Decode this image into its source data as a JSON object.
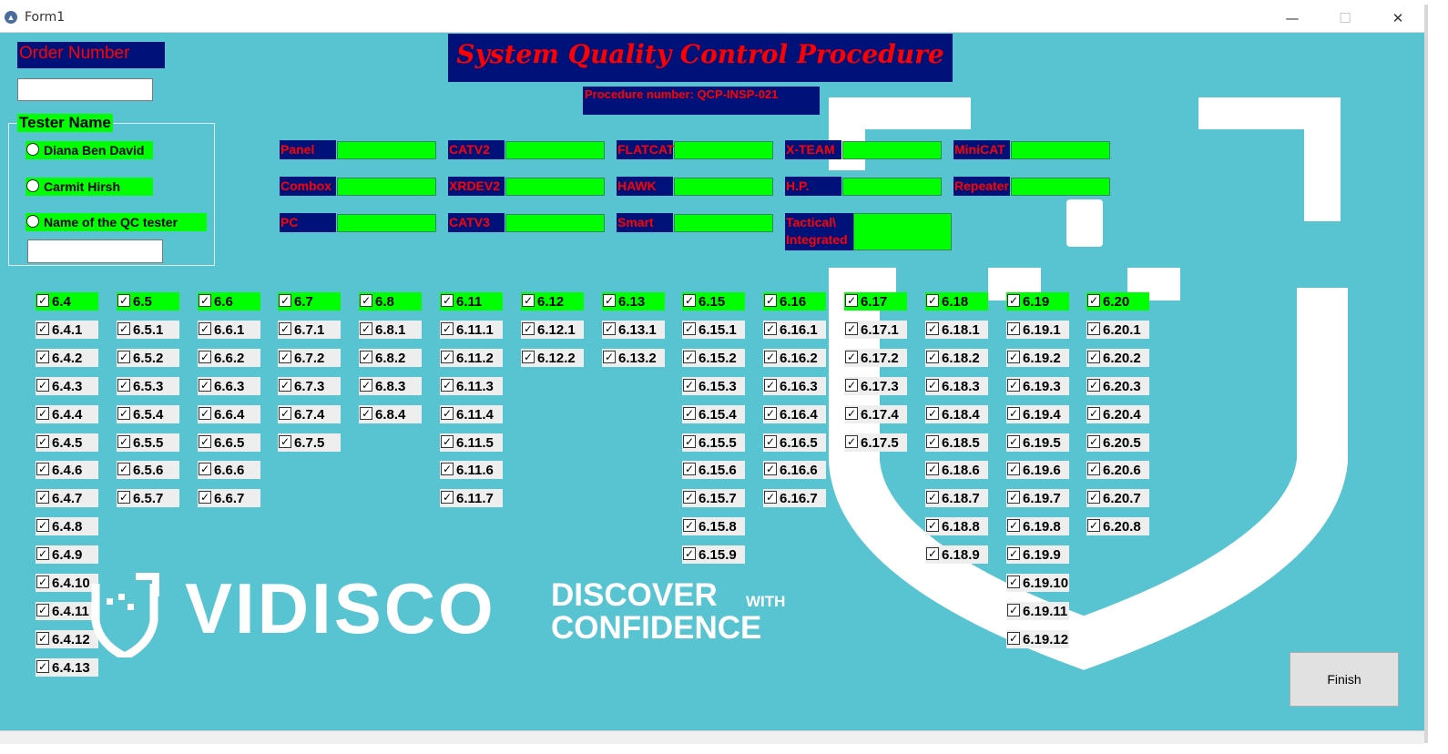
{
  "window": {
    "title": "Form1",
    "minimize": "—",
    "maximize": "☐",
    "close": "✕"
  },
  "header": {
    "title": "System Quality Control Procedure",
    "procedure": "Procedure number:  QCP-INSP-021"
  },
  "order": {
    "label": "Order Number",
    "value": ""
  },
  "tester": {
    "group_label": "Tester Name",
    "options": [
      "Diana Ben David",
      "Carmit Hirsh",
      "Name of the QC tester"
    ],
    "name_value": ""
  },
  "products": [
    "Panel",
    "CATV2",
    "FLATCAT",
    "X-TEAM",
    "MiniCAT",
    "Combox",
    "XRDEV2",
    "HAWK",
    "H.P.",
    "Repeater",
    "PC",
    "CATV3",
    "Smart",
    "Tactical\\ Integrated"
  ],
  "checklist": [
    [
      "6.4",
      "6.4.1",
      "6.4.2",
      "6.4.3",
      "6.4.4",
      "6.4.5",
      "6.4.6",
      "6.4.7",
      "6.4.8",
      "6.4.9",
      "6.4.10",
      "6.4.11",
      "6.4.12",
      "6.4.13"
    ],
    [
      "6.5",
      "6.5.1",
      "6.5.2",
      "6.5.3",
      "6.5.4",
      "6.5.5",
      "6.5.6",
      "6.5.7"
    ],
    [
      "6.6",
      "6.6.1",
      "6.6.2",
      "6.6.3",
      "6.6.4",
      "6.6.5",
      "6.6.6",
      "6.6.7"
    ],
    [
      "6.7",
      "6.7.1",
      "6.7.2",
      "6.7.3",
      "6.7.4",
      "6.7.5"
    ],
    [
      "6.8",
      "6.8.1",
      "6.8.2",
      "6.8.3",
      "6.8.4"
    ],
    [
      "6.11",
      "6.11.1",
      "6.11.2",
      "6.11.3",
      "6.11.4",
      "6.11.5",
      "6.11.6",
      "6.11.7"
    ],
    [
      "6.12",
      "6.12.1",
      "6.12.2"
    ],
    [
      "6.13",
      "6.13.1",
      "6.13.2"
    ],
    [
      "6.15",
      "6.15.1",
      "6.15.2",
      "6.15.3",
      "6.15.4",
      "6.15.5",
      "6.15.6",
      "6.15.7",
      "6.15.8",
      "6.15.9"
    ],
    [
      "6.16",
      "6.16.1",
      "6.16.2",
      "6.16.3",
      "6.16.4",
      "6.16.5",
      "6.16.6",
      "6.16.7"
    ],
    [
      "6.17",
      "6.17.1",
      "6.17.2",
      "6.17.3",
      "6.17.4",
      "6.17.5"
    ],
    [
      "6.18",
      "6.18.1",
      "6.18.2",
      "6.18.3",
      "6.18.4",
      "6.18.5",
      "6.18.6",
      "6.18.7",
      "6.18.8",
      "6.18.9"
    ],
    [
      "6.19",
      "6.19.1",
      "6.19.2",
      "6.19.3",
      "6.19.4",
      "6.19.5",
      "6.19.6",
      "6.19.7",
      "6.19.8",
      "6.19.9",
      "6.19.10",
      "6.19.11",
      "6.19.12"
    ],
    [
      "6.20",
      "6.20.1",
      "6.20.2",
      "6.20.3",
      "6.20.4",
      "6.20.5",
      "6.20.6",
      "6.20.7",
      "6.20.8"
    ]
  ],
  "check_glyph": "✓",
  "logo": {
    "brand": "VIDISCO",
    "tagline_1": "DISCOVER",
    "tagline_with": "WITH",
    "tagline_2": "CONFIDENCE"
  },
  "finish_label": "Finish",
  "colors": {
    "background": "#58c4d2",
    "label_bg": "#001279",
    "label_text": "#ff0000",
    "status_green": "#00ff00"
  }
}
